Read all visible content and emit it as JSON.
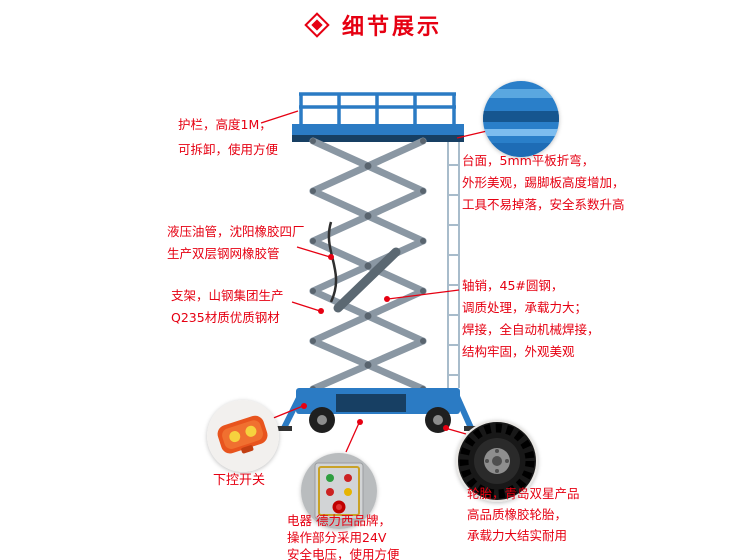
{
  "header": {
    "title": "细节展示",
    "title_icon": "diamond"
  },
  "annotations": {
    "guardrail": [
      "护栏，高度1M，",
      "可拆卸，使用方便"
    ],
    "platform": [
      "台面，5mm平板折弯，",
      "外形美观，踢脚板高度增加，",
      "工具不易掉落，安全系数升高"
    ],
    "hydraulic_hose": [
      "液压油管，沈阳橡胶四厂",
      "生产双层钢网橡胶管"
    ],
    "frame": [
      "支架，山钢集团生产",
      "Q235材质优质钢材"
    ],
    "axle_pin": [
      "轴销，45#圆钢，",
      "调质处理，承载力大；",
      "焊接，全自动机械焊接，",
      "结构牢固，外观美观"
    ],
    "lower_switch": "下控开关",
    "electrical": [
      "电器 德力西品牌，",
      "操作部分采用24V",
      "安全电压，使用方便"
    ],
    "tire": [
      "轮胎，青岛双星产品",
      "高品质橡胶轮胎，",
      "承载力大结实耐用"
    ]
  },
  "colors": {
    "accent_red": "#e60012",
    "lift_blue": "#2a7fc9",
    "lift_blue_dark": "#173f63",
    "scissor_gray": "#8a97a3"
  },
  "icons": {
    "title_diamond": "diamond-icon",
    "detail_photos": [
      "platform-detail-photo",
      "remote-control-photo",
      "control-box-photo",
      "tire-photo"
    ]
  }
}
